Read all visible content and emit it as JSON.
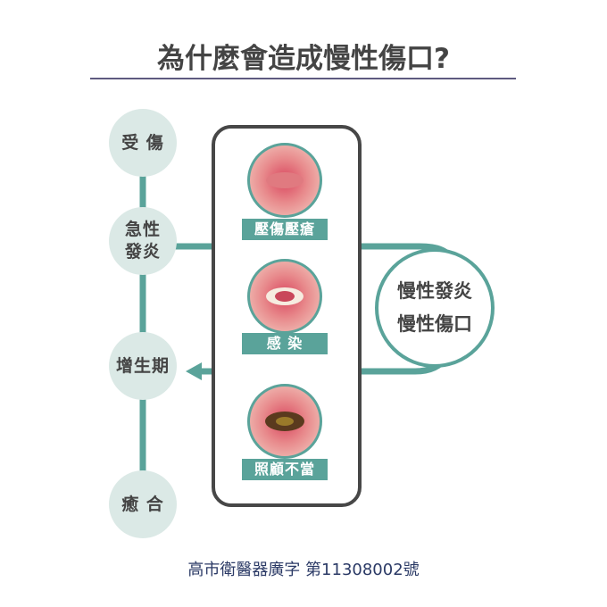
{
  "title": "為什麼會造成慢性傷口?",
  "stages": [
    "受 傷",
    "急性\n發炎",
    "增生期",
    "癒 合"
  ],
  "causes": [
    "壓傷壓瘡",
    "感 染",
    "照顧不當"
  ],
  "chronic": [
    "慢性發炎",
    "慢性傷口"
  ],
  "footer": "高市衛醫器廣字 第11308002號",
  "colors": {
    "teal": "#5aa39a",
    "stage_fill": "#dbe9e6",
    "title": "#444444",
    "footer": "#2b3a66"
  }
}
